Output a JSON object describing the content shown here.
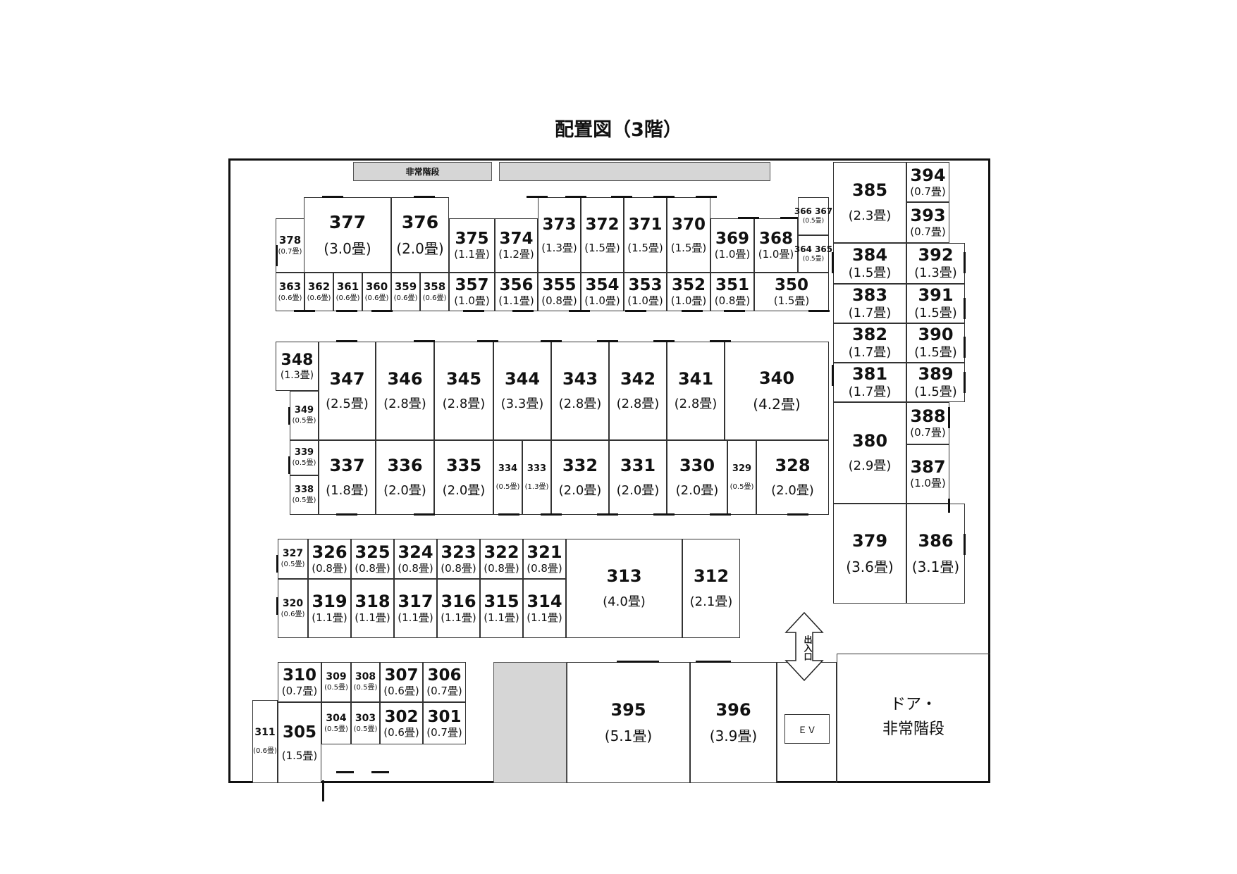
{
  "title": "配置図（3階）",
  "labels": {
    "emergency_stairs_top": "非常階段",
    "entrance": "出入口",
    "elevator": "ＥＶ",
    "door_stairs_line1": "ドア・",
    "door_stairs_line2": "非常階段"
  },
  "rooms": [
    {
      "n": "378",
      "s": "(0.7畳)"
    },
    {
      "n": "377",
      "s": "(3.0畳)"
    },
    {
      "n": "376",
      "s": "(2.0畳)"
    },
    {
      "n": "375",
      "s": "(1.1畳)"
    },
    {
      "n": "374",
      "s": "(1.2畳)"
    },
    {
      "n": "373",
      "s": "(1.3畳)"
    },
    {
      "n": "372",
      "s": "(1.5畳)"
    },
    {
      "n": "371",
      "s": "(1.5畳)"
    },
    {
      "n": "370",
      "s": "(1.5畳)"
    },
    {
      "n": "369",
      "s": "(1.0畳)"
    },
    {
      "n": "368",
      "s": "(1.0畳)"
    },
    {
      "n": "366 367",
      "s": "(0.5畳)"
    },
    {
      "n": "364 365",
      "s": "(0.5畳)"
    },
    {
      "n": "363",
      "s": "(0.6畳)"
    },
    {
      "n": "362",
      "s": "(0.6畳)"
    },
    {
      "n": "361",
      "s": "(0.6畳)"
    },
    {
      "n": "360",
      "s": "(0.6畳)"
    },
    {
      "n": "359",
      "s": "(0.6畳)"
    },
    {
      "n": "358",
      "s": "(0.6畳)"
    },
    {
      "n": "357",
      "s": "(1.0畳)"
    },
    {
      "n": "356",
      "s": "(1.1畳)"
    },
    {
      "n": "355",
      "s": "(0.8畳)"
    },
    {
      "n": "354",
      "s": "(1.0畳)"
    },
    {
      "n": "353",
      "s": "(1.0畳)"
    },
    {
      "n": "352",
      "s": "(1.0畳)"
    },
    {
      "n": "351",
      "s": "(0.8畳)"
    },
    {
      "n": "350",
      "s": "(1.5畳)"
    },
    {
      "n": "348",
      "s": "(1.3畳)"
    },
    {
      "n": "349",
      "s": "(0.5畳)"
    },
    {
      "n": "347",
      "s": "(2.5畳)"
    },
    {
      "n": "346",
      "s": "(2.8畳)"
    },
    {
      "n": "345",
      "s": "(2.8畳)"
    },
    {
      "n": "344",
      "s": "(3.3畳)"
    },
    {
      "n": "343",
      "s": "(2.8畳)"
    },
    {
      "n": "342",
      "s": "(2.8畳)"
    },
    {
      "n": "341",
      "s": "(2.8畳)"
    },
    {
      "n": "340",
      "s": "(4.2畳)"
    },
    {
      "n": "339",
      "s": "(0.5畳)"
    },
    {
      "n": "338",
      "s": "(0.5畳)"
    },
    {
      "n": "337",
      "s": "(1.8畳)"
    },
    {
      "n": "336",
      "s": "(2.0畳)"
    },
    {
      "n": "335",
      "s": "(2.0畳)"
    },
    {
      "n": "334",
      "s": "(0.5畳)"
    },
    {
      "n": "333",
      "s": "(1.3畳)"
    },
    {
      "n": "332",
      "s": "(2.0畳)"
    },
    {
      "n": "331",
      "s": "(2.0畳)"
    },
    {
      "n": "330",
      "s": "(2.0畳)"
    },
    {
      "n": "329",
      "s": "(0.5畳)"
    },
    {
      "n": "328",
      "s": "(2.0畳)"
    },
    {
      "n": "327",
      "s": "(0.5畳)"
    },
    {
      "n": "326",
      "s": "(0.8畳)"
    },
    {
      "n": "325",
      "s": "(0.8畳)"
    },
    {
      "n": "324",
      "s": "(0.8畳)"
    },
    {
      "n": "323",
      "s": "(0.8畳)"
    },
    {
      "n": "322",
      "s": "(0.8畳)"
    },
    {
      "n": "321",
      "s": "(0.8畳)"
    },
    {
      "n": "313",
      "s": "(4.0畳)"
    },
    {
      "n": "312",
      "s": "(2.1畳)"
    },
    {
      "n": "320",
      "s": "(0.6畳)"
    },
    {
      "n": "319",
      "s": "(1.1畳)"
    },
    {
      "n": "318",
      "s": "(1.1畳)"
    },
    {
      "n": "317",
      "s": "(1.1畳)"
    },
    {
      "n": "316",
      "s": "(1.1畳)"
    },
    {
      "n": "315",
      "s": "(1.1畳)"
    },
    {
      "n": "314",
      "s": "(1.1畳)"
    },
    {
      "n": "310",
      "s": "(0.7畳)"
    },
    {
      "n": "309",
      "s": "(0.5畳)"
    },
    {
      "n": "308",
      "s": "(0.5畳)"
    },
    {
      "n": "307",
      "s": "(0.6畳)"
    },
    {
      "n": "306",
      "s": "(0.7畳)"
    },
    {
      "n": "311",
      "s": "(0.6畳)"
    },
    {
      "n": "305",
      "s": "(1.5畳)"
    },
    {
      "n": "304",
      "s": "(0.5畳)"
    },
    {
      "n": "303",
      "s": "(0.5畳)"
    },
    {
      "n": "302",
      "s": "(0.6畳)"
    },
    {
      "n": "301",
      "s": "(0.7畳)"
    },
    {
      "n": "395",
      "s": "(5.1畳)"
    },
    {
      "n": "396",
      "s": "(3.9畳)"
    },
    {
      "n": "385",
      "s": "(2.3畳)"
    },
    {
      "n": "394",
      "s": "(0.7畳)"
    },
    {
      "n": "393",
      "s": "(0.7畳)"
    },
    {
      "n": "384",
      "s": "(1.5畳)"
    },
    {
      "n": "392",
      "s": "(1.3畳)"
    },
    {
      "n": "383",
      "s": "(1.7畳)"
    },
    {
      "n": "391",
      "s": "(1.5畳)"
    },
    {
      "n": "382",
      "s": "(1.7畳)"
    },
    {
      "n": "390",
      "s": "(1.5畳)"
    },
    {
      "n": "381",
      "s": "(1.7畳)"
    },
    {
      "n": "389",
      "s": "(1.5畳)"
    },
    {
      "n": "380",
      "s": "(2.9畳)"
    },
    {
      "n": "388",
      "s": "(0.7畳)"
    },
    {
      "n": "387",
      "s": "(1.0畳)"
    },
    {
      "n": "379",
      "s": "(3.6畳)"
    },
    {
      "n": "386",
      "s": "(3.1畳)"
    }
  ]
}
